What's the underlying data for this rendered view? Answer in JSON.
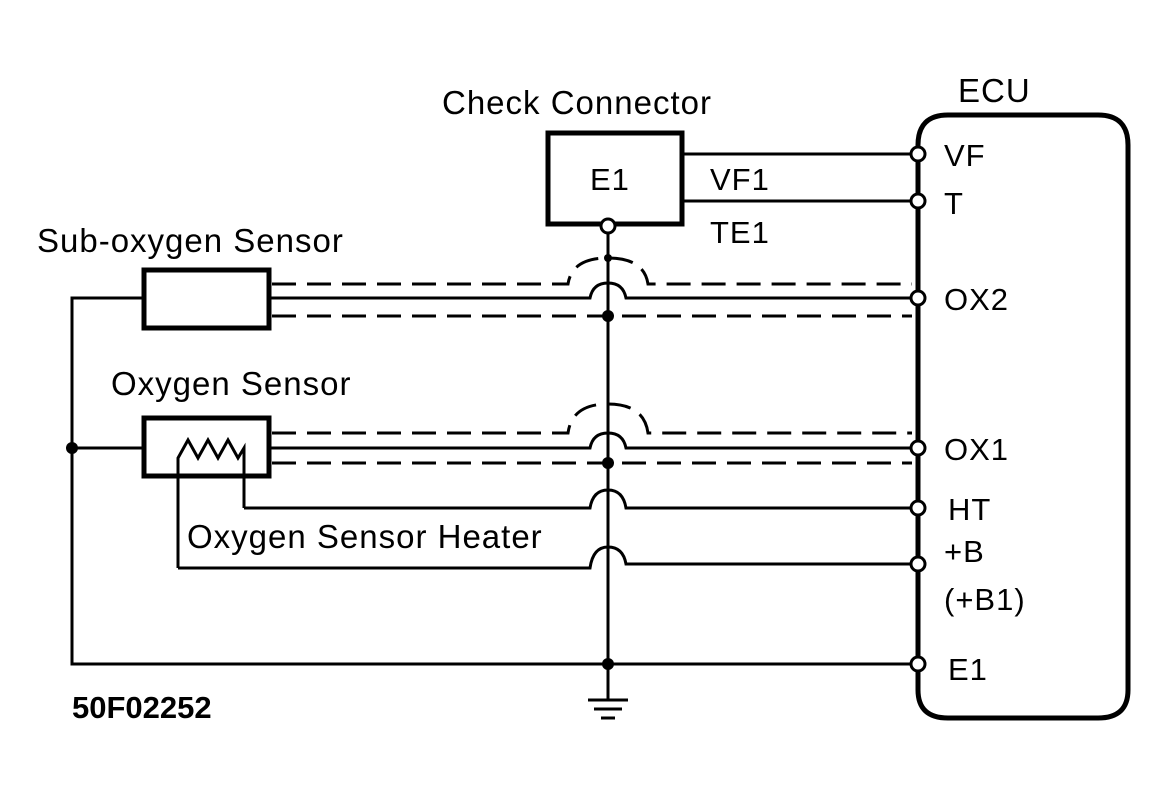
{
  "diagram": {
    "ecu": {
      "title": "ECU",
      "pins": {
        "vf": "VF",
        "t": "T",
        "ox2": "OX2",
        "ox1": "OX1",
        "ht": "HT",
        "b": "+B",
        "b1": "(+B1)",
        "e1": "E1"
      }
    },
    "check_connector": {
      "title": "Check Connector",
      "terminal": "E1",
      "vf1": "VF1",
      "te1": "TE1"
    },
    "sub_oxygen_sensor": "Sub-oxygen Sensor",
    "oxygen_sensor": "Oxygen Sensor",
    "oxygen_sensor_heater": "Oxygen Sensor Heater",
    "figure_code": "50F02252"
  }
}
